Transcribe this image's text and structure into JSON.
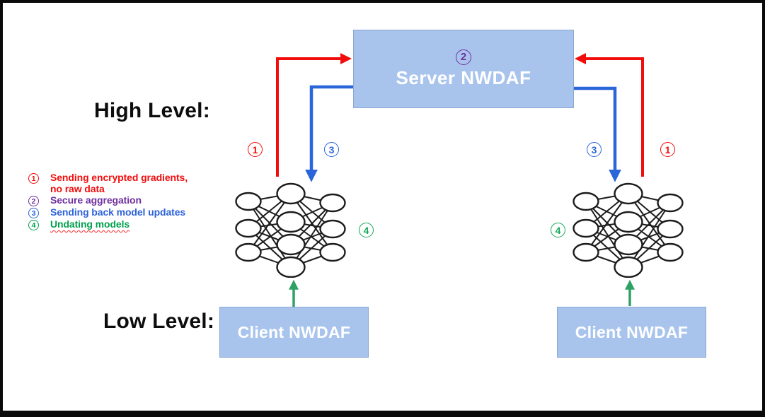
{
  "title_labels": {
    "high_level": "High Level:",
    "low_level": "Low Level:"
  },
  "server_box": {
    "badge_number": "2",
    "title": "Server NWDAF"
  },
  "client_boxes": {
    "left": "Client NWDAF",
    "right": "Client NWDAF"
  },
  "legend": {
    "items": [
      {
        "number": "1",
        "text": "Sending encrypted gradients,\nno raw data",
        "color": "#f20d0d"
      },
      {
        "number": "2",
        "text": "Secure aggregation",
        "color": "#7030a0"
      },
      {
        "number": "3",
        "text": "Sending back model updates",
        "color": "#2e63d9"
      },
      {
        "number": "4",
        "text": "Undating models",
        "color": "#00a04c"
      }
    ]
  },
  "flow_badges": {
    "left_red": "1",
    "left_blue": "3",
    "left_green": "4",
    "right_blue": "3",
    "right_red": "1",
    "right_green": "4"
  },
  "colors": {
    "red_arrow": "#f20d0d",
    "blue_arrow": "#2a66d9",
    "green_arrow": "#2fa165",
    "purple": "#7030a0",
    "green_badge": "#17a85b",
    "box_fill": "#a9c4ec",
    "box_border": "#8aa7d2",
    "frame": "#000000"
  }
}
